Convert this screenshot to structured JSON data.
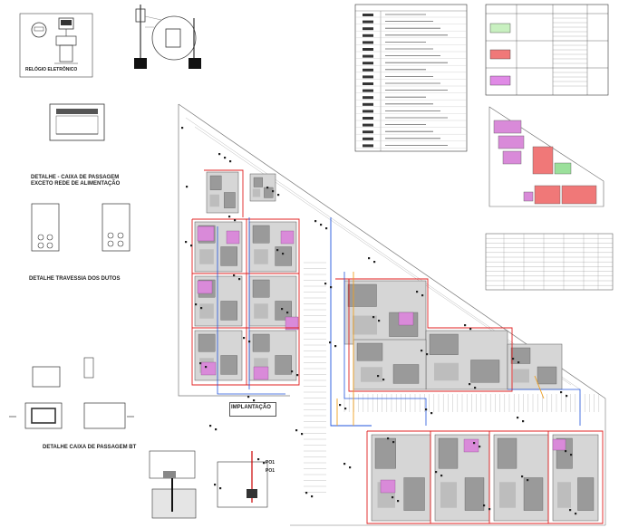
{
  "details": {
    "meter_title": "RELÓGIO ELETRÔNICO",
    "pass_box_title": "DETALHE - CAIXA DE PASSAGEM",
    "pass_box_subtitle": "EXCETO REDE DE ALIMENTAÇÃO",
    "duct_title": "DETALHE TRAVESSIA DOS DUTOS",
    "pass_box_bt_title": "DETALHE CAIXA DE PASSAGEM BT",
    "implantation_title": "IMPLANTAÇÃO",
    "pole_labels": [
      "PO1",
      "PO1"
    ]
  },
  "colors": {
    "red_circuit": "#e02020",
    "blue_circuit": "#2255dd",
    "orange_circuit": "#f0a020",
    "magenta_unit": "#d98ad9",
    "green_unit": "#9be09b",
    "grey_block": "#9a9a9a",
    "legend_green": "#c8f0c0",
    "legend_red": "#f07878",
    "legend_purple": "#e08ae6"
  },
  "icons": [
    "electric-meter-icon",
    "transformer-pole-icon",
    "pole-base-icon"
  ]
}
